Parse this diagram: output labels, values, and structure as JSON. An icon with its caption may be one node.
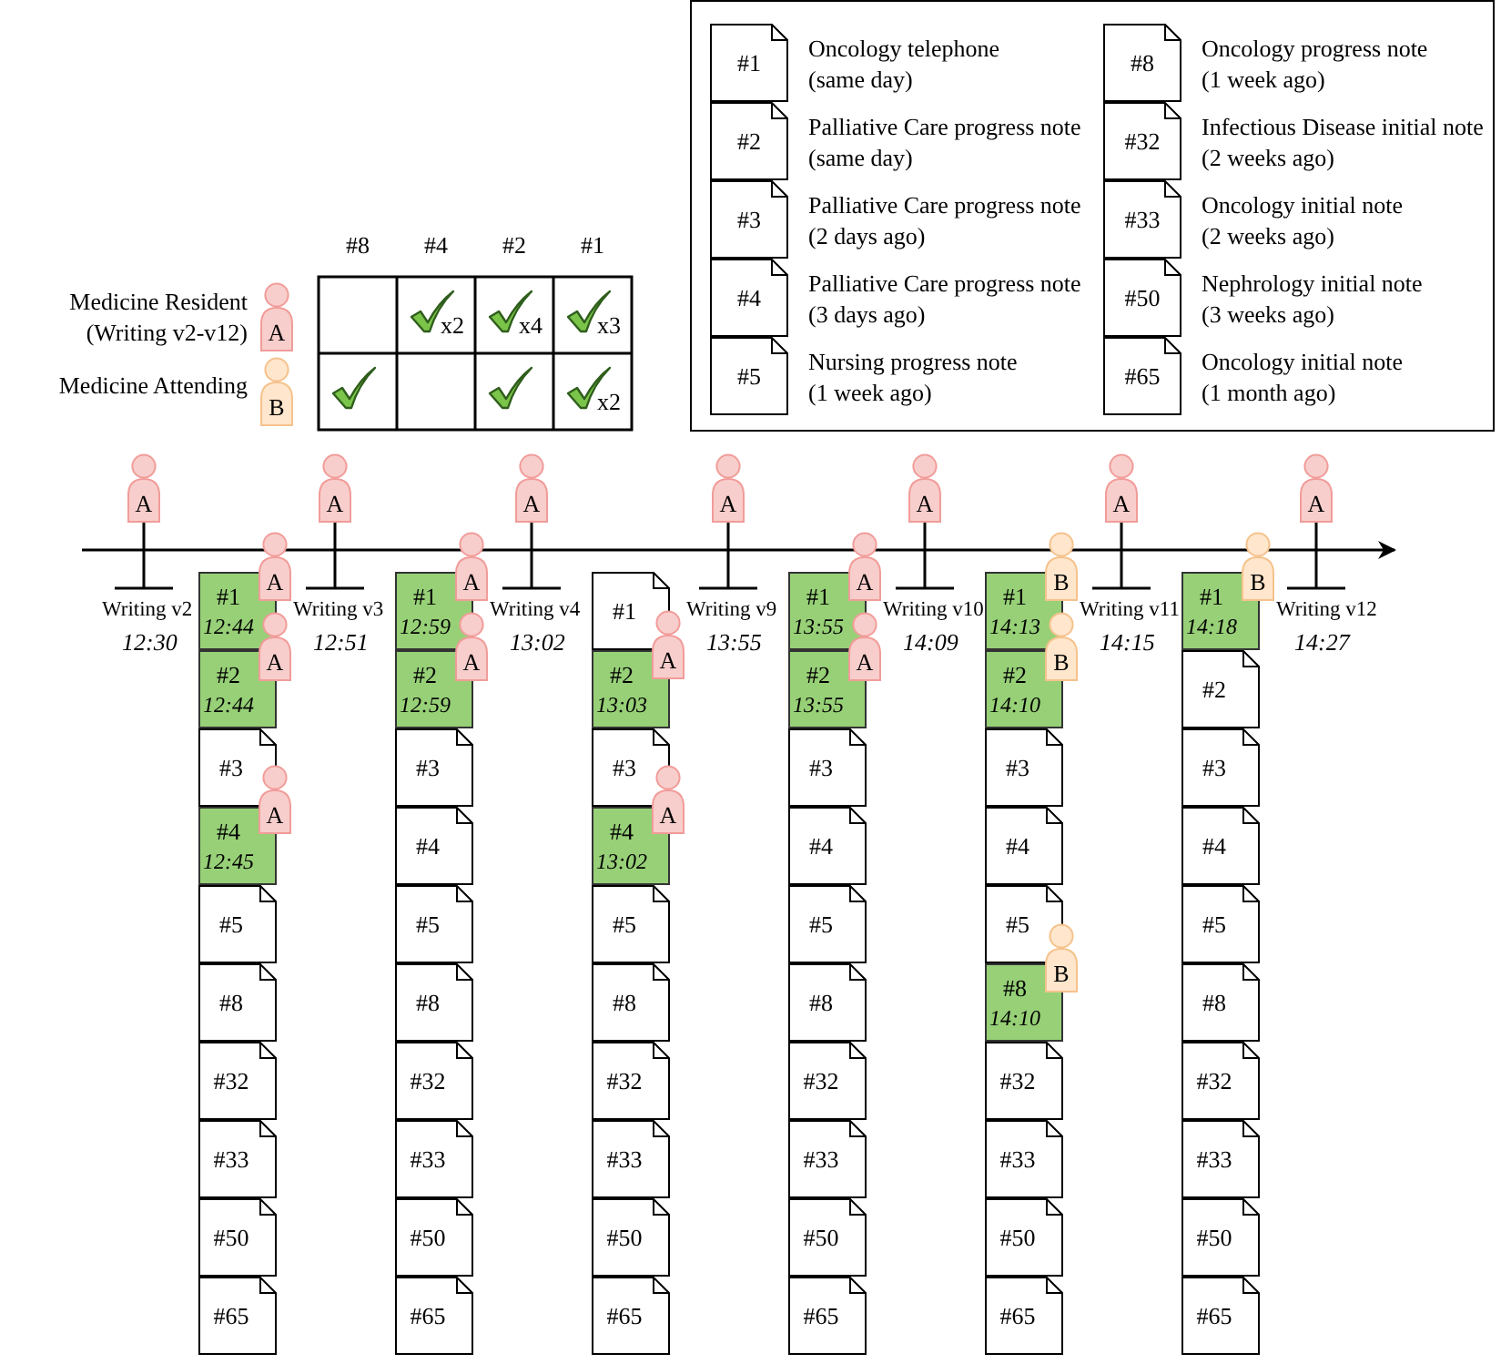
{
  "diagram": {
    "nodes": [
      {
        "text": [],
        "shape": "box"
      },
      {
        "text": [
          "#1"
        ],
        "in": 0,
        "beside": [
          "Oncology telephone",
          "(same day)"
        ]
      },
      {
        "text": [
          "#2"
        ],
        "in": 0,
        "beside": [
          "Palliative Care progress note",
          "(same day)"
        ]
      },
      {
        "text": [
          "#3"
        ],
        "in": 0,
        "beside": [
          "Palliative Care progress note",
          "(2 days ago)"
        ]
      },
      {
        "text": [
          "#4"
        ],
        "in": 0,
        "beside": [
          "Palliative Care progress note",
          "(3 days ago)"
        ]
      },
      {
        "text": [
          "#5"
        ],
        "in": 0,
        "beside": [
          "Nursing progress note",
          "(1 week ago)"
        ]
      },
      {
        "text": [
          "#8"
        ],
        "in": 0,
        "beside": [
          "Oncology progress note",
          "(1 week ago)"
        ]
      },
      {
        "text": [
          "#32"
        ],
        "in": 0,
        "beside": [
          "Infectious Disease initial note",
          "(2 weeks ago)"
        ]
      },
      {
        "text": [
          "#33"
        ],
        "in": 0,
        "beside": [
          "Oncology initial note",
          "(2 weeks ago)"
        ]
      },
      {
        "text": [
          "#50"
        ],
        "in": 0,
        "beside": [
          "Nephrology initial note",
          "(3 weeks ago)"
        ]
      },
      {
        "text": [
          "#65"
        ],
        "in": 0,
        "beside": [
          "Oncology initial note",
          "(1 month ago)"
        ]
      },
      {
        "text": [
          "A"
        ]
      },
      {
        "text": [
          "B"
        ]
      },
      {
        "text": [
          "A"
        ],
        "beside": [
          "Writing v2",
          "12:30"
        ]
      },
      {
        "text": [
          "A"
        ],
        "beside": [
          "Writing v3",
          "12:51"
        ]
      },
      {
        "text": [
          "A"
        ],
        "beside": [
          "Writing v4",
          "13:02"
        ]
      },
      {
        "text": [
          "A"
        ],
        "beside": [
          "Writing v9",
          "13:55"
        ]
      },
      {
        "text": [
          "A"
        ],
        "beside": [
          "Writing v10",
          "14:09"
        ]
      },
      {
        "text": [
          "A"
        ],
        "beside": [
          "Writing v11",
          "14:15"
        ]
      },
      {
        "text": [
          "A"
        ],
        "beside": [
          "Writing v12",
          "14:27"
        ]
      },
      {
        "text": [
          "#1",
          "12:44"
        ]
      },
      {
        "text": [
          "#2",
          "12:44"
        ]
      },
      {
        "text": [
          "#3"
        ]
      },
      {
        "text": [
          "#4",
          "12:45"
        ]
      },
      {
        "text": [
          "#5"
        ]
      },
      {
        "text": [
          "#8"
        ]
      },
      {
        "text": [
          "#32"
        ]
      },
      {
        "text": [
          "#33"
        ]
      },
      {
        "text": [
          "#50"
        ]
      },
      {
        "text": [
          "#65"
        ]
      },
      {
        "text": [
          "A"
        ]
      },
      {
        "text": [
          "A"
        ]
      },
      {
        "text": [
          "A"
        ]
      },
      {
        "text": [
          "#1",
          "12:59"
        ]
      },
      {
        "text": [
          "#2",
          "12:59"
        ]
      },
      {
        "text": [
          "#3"
        ]
      },
      {
        "text": [
          "#4"
        ]
      },
      {
        "text": [
          "#5"
        ]
      },
      {
        "text": [
          "#8"
        ]
      },
      {
        "text": [
          "#32"
        ]
      },
      {
        "text": [
          "#33"
        ]
      },
      {
        "text": [
          "#50"
        ]
      },
      {
        "text": [
          "#65"
        ]
      },
      {
        "text": [
          "A"
        ]
      },
      {
        "text": [
          "A"
        ]
      },
      {
        "text": [
          "#1"
        ]
      },
      {
        "text": [
          "#2",
          "13:03"
        ]
      },
      {
        "text": [
          "#3"
        ]
      },
      {
        "text": [
          "#4",
          "13:02"
        ]
      },
      {
        "text": [
          "#5"
        ]
      },
      {
        "text": [
          "#8"
        ]
      },
      {
        "text": [
          "#32"
        ]
      },
      {
        "text": [
          "#33"
        ]
      },
      {
        "text": [
          "#50"
        ]
      },
      {
        "text": [
          "#65"
        ]
      },
      {
        "text": [
          "A"
        ]
      },
      {
        "text": [
          "A"
        ]
      },
      {
        "text": [
          "#1",
          "13:55"
        ]
      },
      {
        "text": [
          "#2",
          "13:55"
        ]
      },
      {
        "text": [
          "#3"
        ]
      },
      {
        "text": [
          "#4"
        ]
      },
      {
        "text": [
          "#5"
        ]
      },
      {
        "text": [
          "#8"
        ]
      },
      {
        "text": [
          "#32"
        ]
      },
      {
        "text": [
          "#33"
        ]
      },
      {
        "text": [
          "#50"
        ]
      },
      {
        "text": [
          "#65"
        ]
      },
      {
        "text": [
          "A"
        ]
      },
      {
        "text": [
          "A"
        ]
      },
      {
        "text": [
          "#1",
          "14:13"
        ]
      },
      {
        "text": [
          "#2",
          "14:10"
        ]
      },
      {
        "text": [
          "#3"
        ]
      },
      {
        "text": [
          "#4"
        ]
      },
      {
        "text": [
          "#5"
        ]
      },
      {
        "text": [
          "#8",
          "14:10"
        ]
      },
      {
        "text": [
          "#32"
        ]
      },
      {
        "text": [
          "#33"
        ]
      },
      {
        "text": [
          "#50"
        ]
      },
      {
        "text": [
          "#65"
        ]
      },
      {
        "text": [
          "B"
        ]
      },
      {
        "text": [
          "B"
        ]
      },
      {
        "text": [
          "B"
        ]
      },
      {
        "text": [
          "#1",
          "14:18"
        ]
      },
      {
        "text": [
          "#2"
        ]
      },
      {
        "text": [
          "#3"
        ]
      },
      {
        "text": [
          "#4"
        ]
      },
      {
        "text": [
          "#5"
        ]
      },
      {
        "text": [
          "#8"
        ]
      },
      {
        "text": [
          "#32"
        ]
      },
      {
        "text": [
          "#33"
        ]
      },
      {
        "text": [
          "#50"
        ]
      },
      {
        "text": [
          "#65"
        ]
      },
      {
        "text": [
          "B"
        ]
      }
    ],
    "labels": [
      "#8",
      "#4",
      "#2",
      "#1",
      "Medicine Resident (Writing v2-v12)",
      "x2",
      "x4",
      "x3",
      "Medicine Attending",
      "x2"
    ]
  }
}
